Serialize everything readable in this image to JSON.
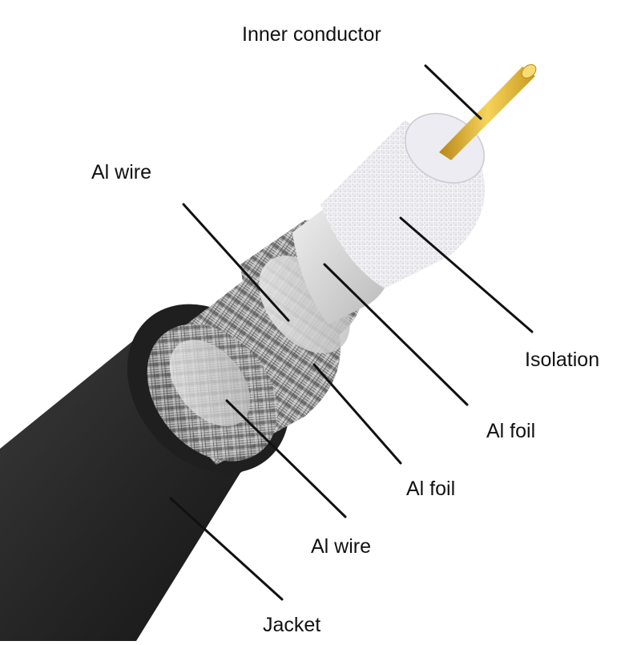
{
  "labels": {
    "inner_conductor": "Inner conductor",
    "al_wire_top": "Al wire",
    "isolation": "Isolation",
    "al_foil_upper": "Al foil",
    "al_foil_lower": "Al foil",
    "al_wire_bottom": "Al wire",
    "jacket": "Jacket"
  },
  "colors": {
    "jacket": "#2b2b2b",
    "braid": "#9a9a9a",
    "foil": "#d9d9d9",
    "isolation": "#f2f2f5",
    "conductor": "#e0b32a",
    "leader_line": "#111111"
  }
}
